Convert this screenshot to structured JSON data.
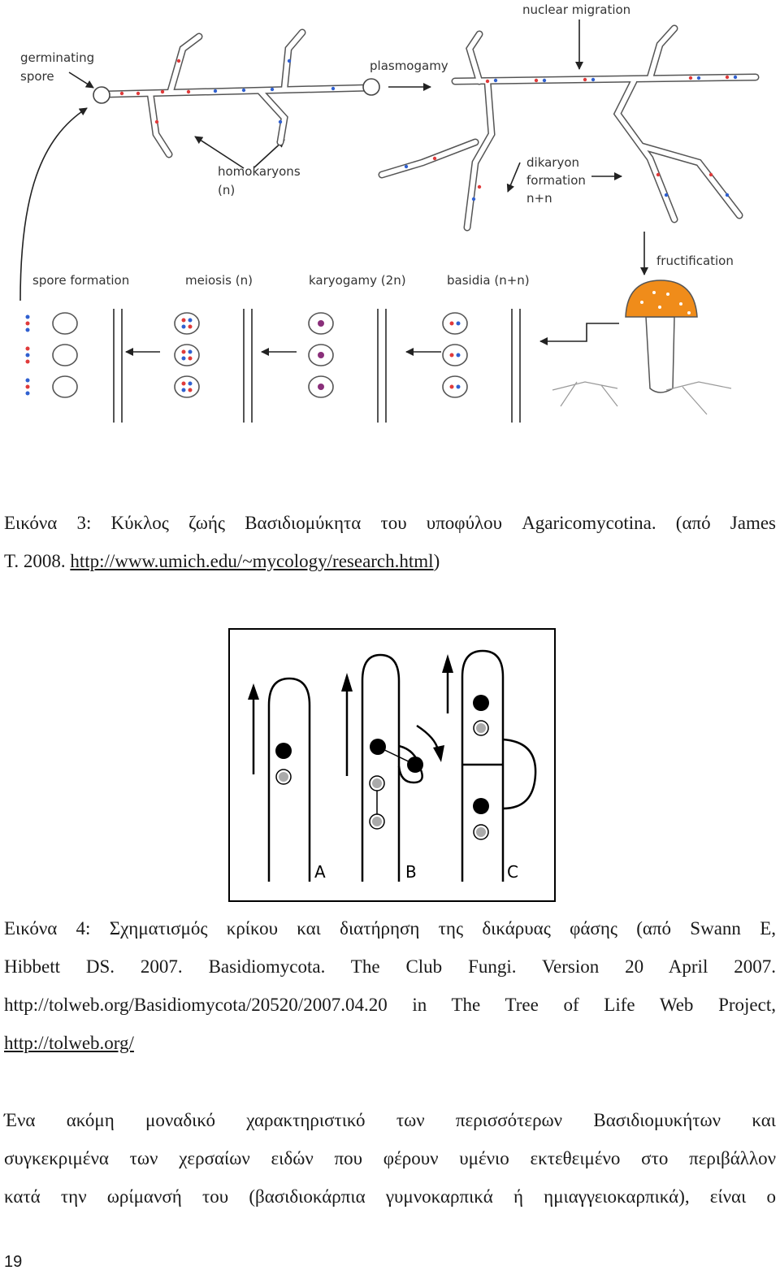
{
  "figure3": {
    "labels": {
      "germinating_spore": [
        "germinating",
        "spore"
      ],
      "homokaryons": [
        "homokaryons",
        "(n)"
      ],
      "plasmogamy": "plasmogamy",
      "nuclear_migration": "nuclear migration",
      "dikaryon_formation": [
        "dikaryon",
        "formation",
        "n+n"
      ],
      "fructification": "fructification",
      "spore_formation": "spore formation",
      "meiosis": "meiosis (n)",
      "karyogamy": "karyogamy (2n)",
      "basidia": "basidia (n+n)"
    },
    "caption_line1": "Εικόνα 3: Κύκλος ζωής Βασιδιομύκητα του υποφύλου Agaricomycotina. (από James",
    "caption_line2_prefix": "T. 2008. ",
    "caption_line2_link": "http://www.umich.edu/~mycology/research.html",
    "caption_line2_suffix": ")"
  },
  "figure4": {
    "letters": {
      "a": "A",
      "b": "B",
      "c": "C"
    },
    "caption_lines": [
      "Εικόνα 4: Σχηματισμός κρίκου και διατήρηση της δικάρυας φάσης (από Swann E,",
      "Hibbett DS. 2007. Basidiomycota. The Club Fungi. Version 20 April 2007.",
      "http://tolweb.org/Basidiomycota/20520/2007.04.20 in The Tree of Life Web Project,"
    ],
    "caption_link": "http://tolweb.org/"
  },
  "body_text": [
    "Ένα ακόμη μοναδικό χαρακτηριστικό των περισσότερων Βασιδιομυκήτων και",
    "συγκεκριμένα των χερσαίων ειδών που φέρουν υμένιο εκτεθειμένο στο περιβάλλον",
    "κατά την ωρίμανσή του (βασιδιοκάρπια γυμνοκαρπικά ή ημιαγγειοκαρπικά), είναι ο"
  ],
  "page_number": "19",
  "colors": {
    "red_nucleus": "#e03a3a",
    "blue_nucleus": "#3060d0",
    "cap": "#f08c1a"
  }
}
